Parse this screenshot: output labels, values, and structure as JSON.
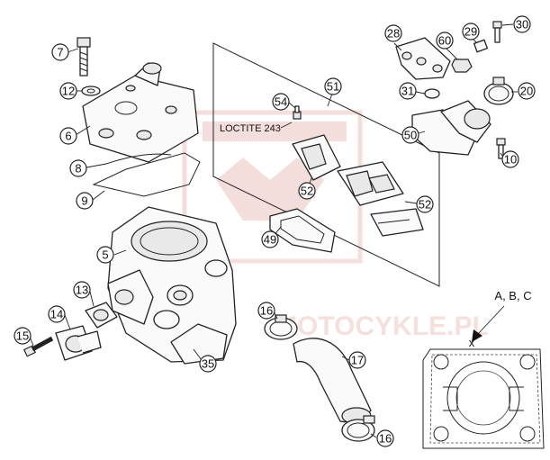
{
  "callouts": {
    "c7": "7",
    "c12": "12",
    "c6": "6",
    "c8": "8",
    "c9": "9",
    "c5": "5",
    "c13": "13",
    "c14": "14",
    "c15": "15",
    "c35": "35",
    "c54": "54",
    "c51": "51",
    "c52a": "52",
    "c52b": "52",
    "c49": "49",
    "c28": "28",
    "c60": "60",
    "c29": "29",
    "c30": "30",
    "c31": "31",
    "c20": "20",
    "c50": "50",
    "c10": "10",
    "c16a": "16",
    "c17": "17",
    "c16b": "16"
  },
  "loctite_note": "LOCTITE 243",
  "ref_label": "A, B, C",
  "ref_mark": "x",
  "watermark_text": "MOTOCYKLE.PL",
  "colors": {
    "line": "#222222",
    "watermark": "#c0392b"
  }
}
